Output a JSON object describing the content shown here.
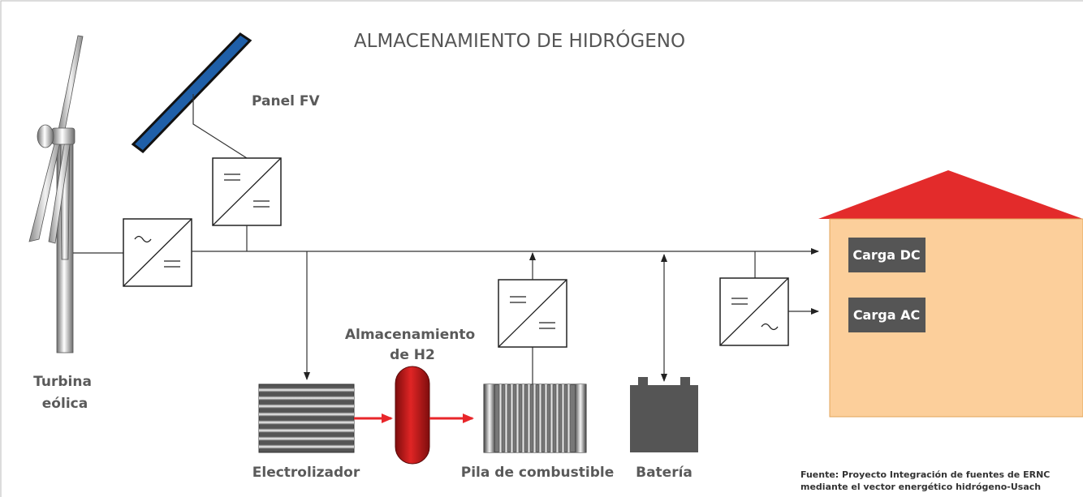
{
  "title": "ALMACENAMIENTO DE HIDRÓGENO",
  "labels": {
    "panel": "Panel FV",
    "turbine_line1": "Turbina",
    "turbine_line2": "eólica",
    "storage_line1": "Almacenamiento",
    "storage_line2": "de H2",
    "electrolyzer": "Electrolizador",
    "fuel_cell": "Pila de combustible",
    "battery": "Batería",
    "load_dc": "Carga DC",
    "load_ac": "Carga AC"
  },
  "source": {
    "line1": "Fuente: Proyecto Integración de fuentes de ERNC",
    "line2": "mediante el vector energético hidrógeno-Usach"
  },
  "colors": {
    "flow_arrow": "#e8262a",
    "roof": "#e32b2b",
    "house": "#fccf9b",
    "panel": "#1f5fa8",
    "tank": "#c51b1b",
    "battery": "#555555",
    "load_box": "#555555"
  }
}
